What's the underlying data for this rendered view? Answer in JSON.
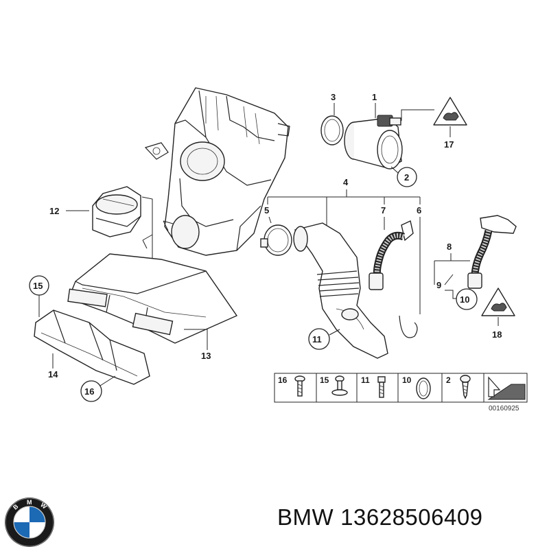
{
  "labels": {
    "p1": "1",
    "p2": "2",
    "p3": "3",
    "p4": "4",
    "p5": "5",
    "p6": "6",
    "p7": "7",
    "p8": "8",
    "p9": "9",
    "p10": "10",
    "p11": "11",
    "p12": "12",
    "p13": "13",
    "p14": "14",
    "p15": "15",
    "p16": "16",
    "p17": "17",
    "p18": "18"
  },
  "legend": {
    "items": [
      "16",
      "15",
      "11",
      "10",
      "2"
    ]
  },
  "diagram_code": "00160925",
  "brand": {
    "name": "BMW",
    "part_number": "13628506409",
    "logo_text": "BMW"
  },
  "colors": {
    "logo_blue": "#1c69b4",
    "logo_ring": "#1a1a1a",
    "line": "#222222"
  }
}
